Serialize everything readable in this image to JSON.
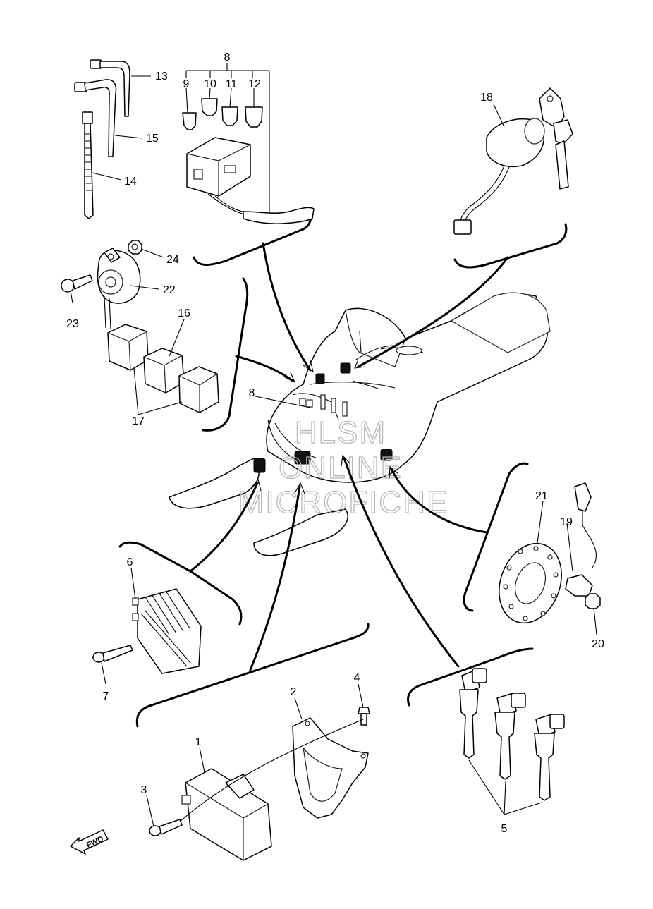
{
  "diagram": {
    "callouts": [
      "1",
      "2",
      "3",
      "4",
      "5",
      "6",
      "7",
      "8",
      "9",
      "10",
      "11",
      "12",
      "13",
      "14",
      "15",
      "16",
      "17",
      "18",
      "19",
      "20",
      "21",
      "22",
      "23",
      "24"
    ],
    "callout_8_center": "8",
    "watermark": {
      "line1": "HLSM",
      "line2": "ONLINE",
      "line3": "MICROFICHE"
    },
    "fwd_label": "FWD"
  }
}
